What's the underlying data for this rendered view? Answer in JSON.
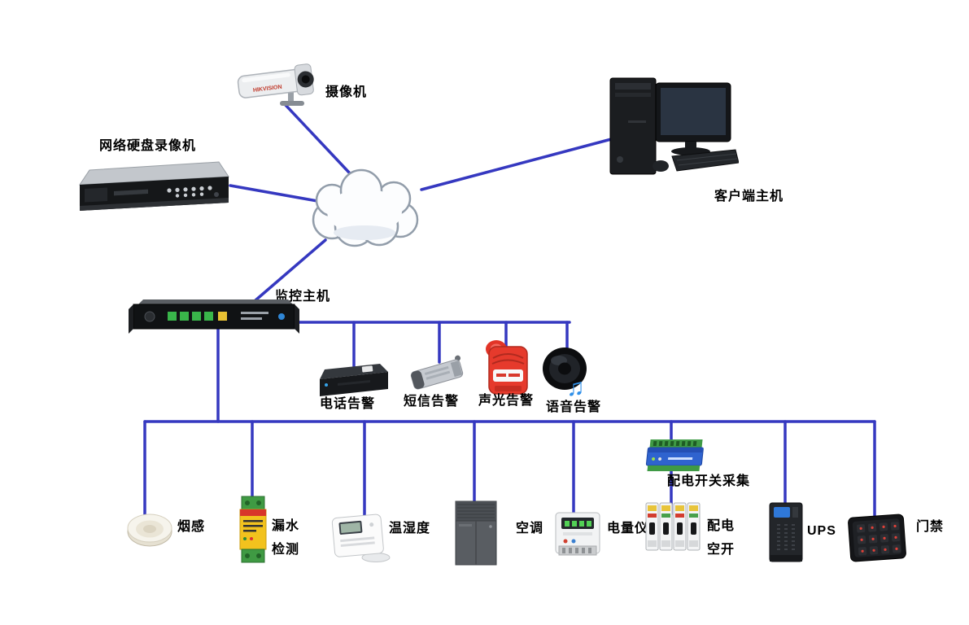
{
  "diagram": {
    "line_color": "#3538c0"
  },
  "nodes": {
    "camera": {
      "label": "摄像机",
      "brand": "HIKVISION"
    },
    "nvr": {
      "label": "网络硬盘录像机"
    },
    "client": {
      "label": "客户端主机"
    },
    "monitor_host": {
      "label": "监控主机"
    },
    "phone_alarm": {
      "label": "电话告警"
    },
    "sms_alarm": {
      "label": "短信告警"
    },
    "sound_light_alarm": {
      "label": "声光告警"
    },
    "voice_alarm": {
      "label": "语音告警",
      "music_note_glyph": "♫"
    },
    "smoke_sensor": {
      "label": "烟感"
    },
    "water_leak": {
      "label_line1": "漏水",
      "label_line2": "检测"
    },
    "temp_humidity": {
      "label": "温湿度"
    },
    "air_conditioner": {
      "label": "空调"
    },
    "power_meter": {
      "label": "电量仪"
    },
    "dist_switch_collector": {
      "label": "配电开关采集"
    },
    "dist_breaker": {
      "label_line1": "配电",
      "label_line2": "空开"
    },
    "ups": {
      "label": "UPS"
    },
    "access_control": {
      "label": "门禁"
    }
  }
}
